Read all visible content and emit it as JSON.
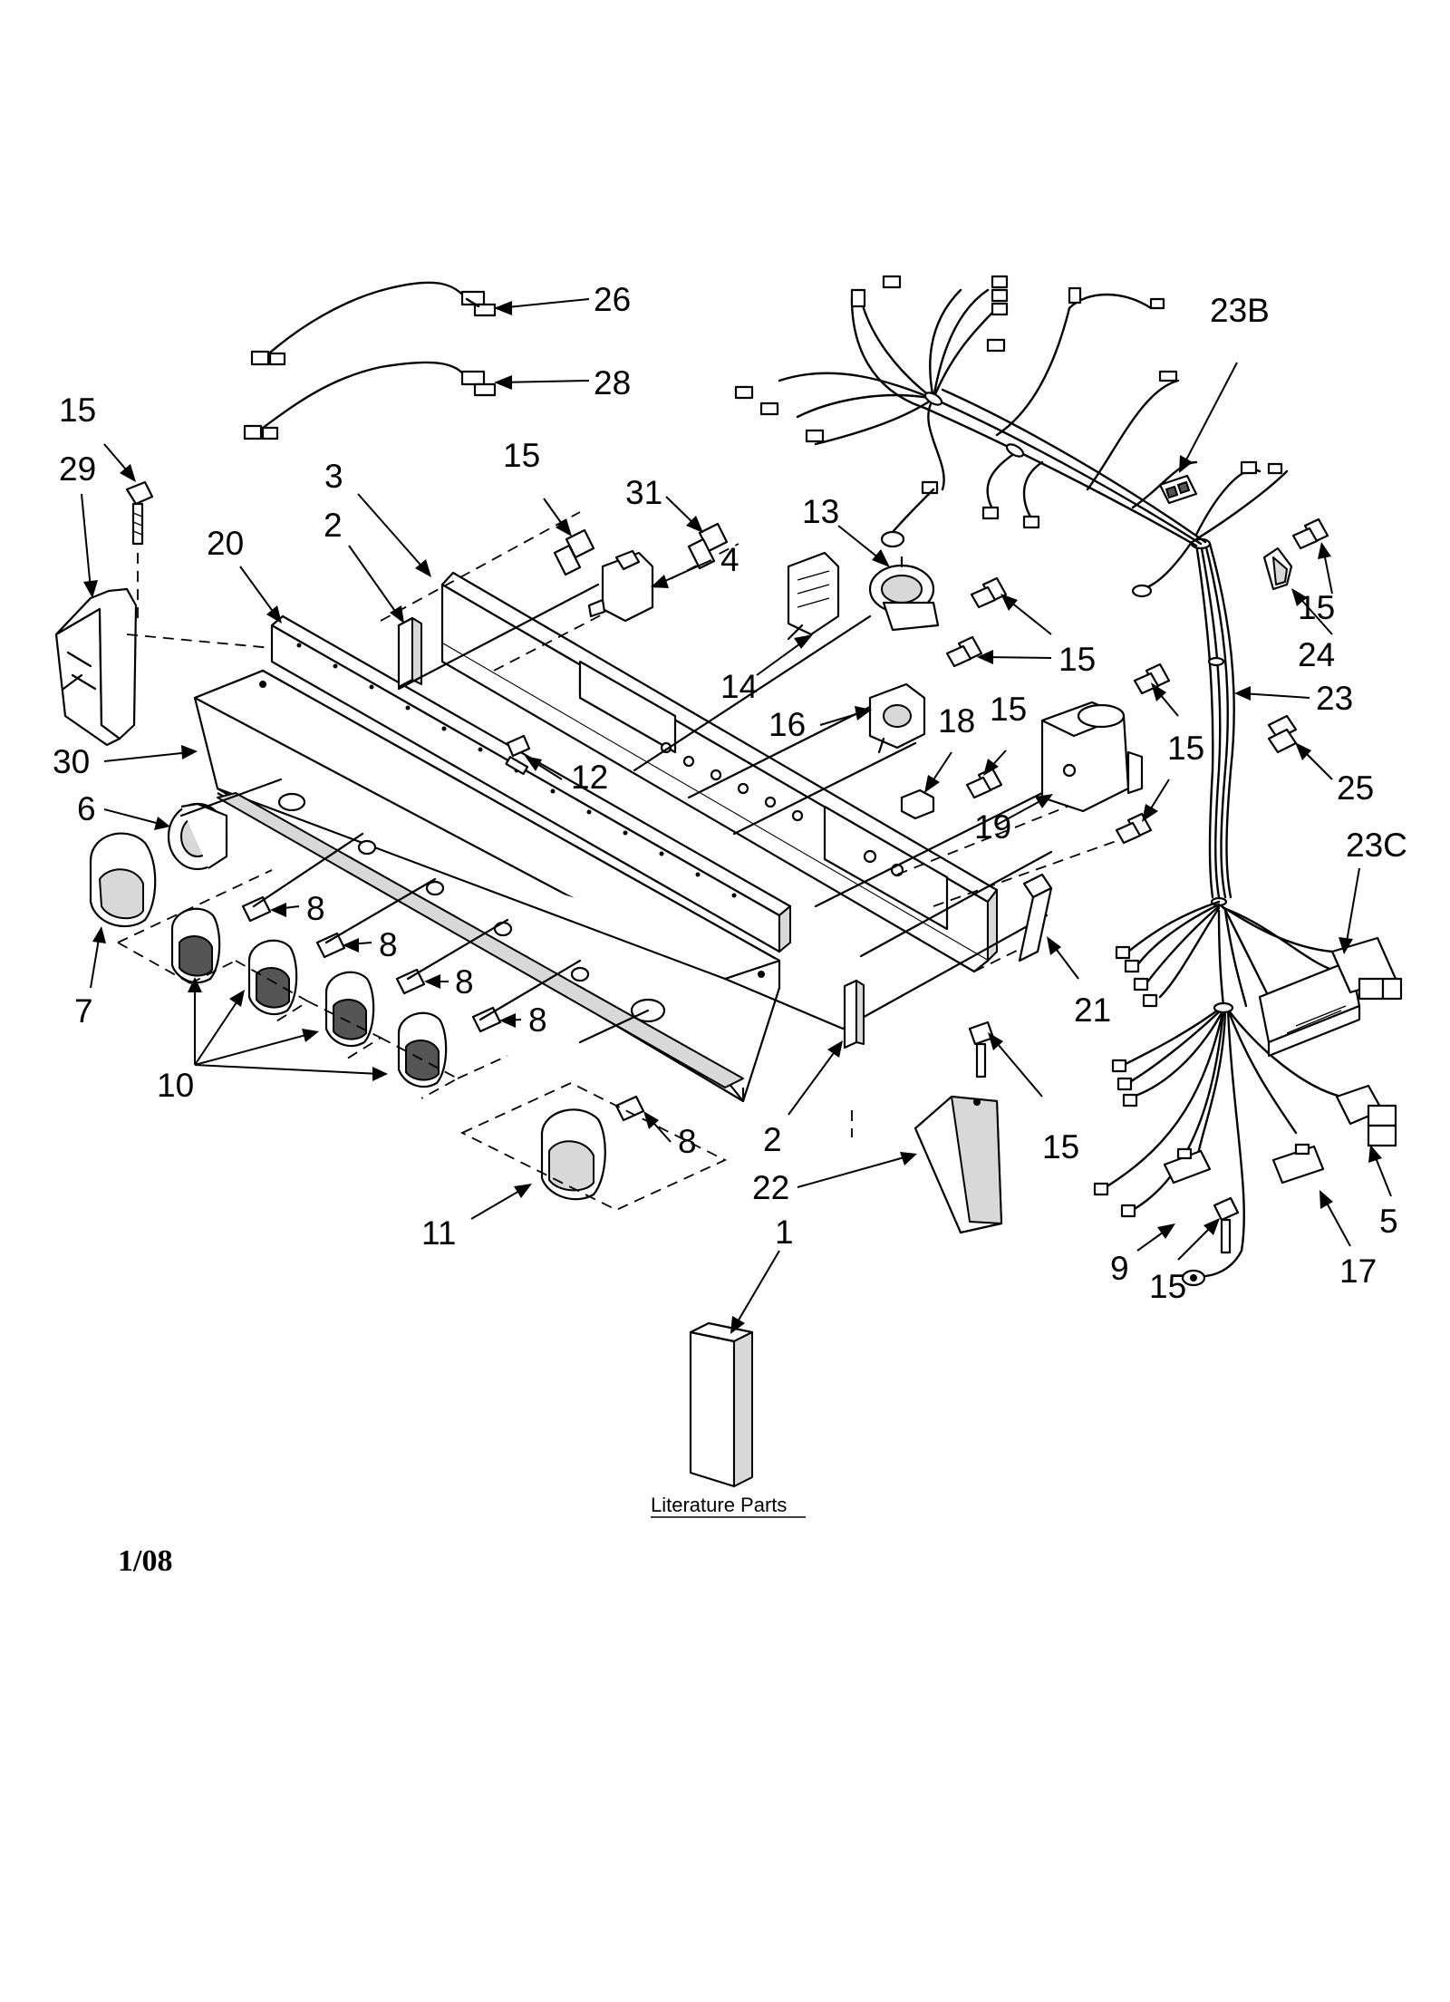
{
  "diagram": {
    "callouts": [
      {
        "id": "c26",
        "text": "26"
      },
      {
        "id": "c28",
        "text": "28"
      },
      {
        "id": "c23b",
        "text": "23B"
      },
      {
        "id": "c15a",
        "text": "15"
      },
      {
        "id": "c29",
        "text": "29"
      },
      {
        "id": "c15b",
        "text": "15"
      },
      {
        "id": "c3",
        "text": "3"
      },
      {
        "id": "c31",
        "text": "31"
      },
      {
        "id": "c13",
        "text": "13"
      },
      {
        "id": "c2a",
        "text": "2"
      },
      {
        "id": "c20",
        "text": "20"
      },
      {
        "id": "c4",
        "text": "4"
      },
      {
        "id": "c15c",
        "text": "15"
      },
      {
        "id": "c24",
        "text": "24"
      },
      {
        "id": "c14",
        "text": "14"
      },
      {
        "id": "c15d",
        "text": "15"
      },
      {
        "id": "c23",
        "text": "23"
      },
      {
        "id": "c16",
        "text": "16"
      },
      {
        "id": "c18",
        "text": "18"
      },
      {
        "id": "c15e",
        "text": "15"
      },
      {
        "id": "c15f",
        "text": "15"
      },
      {
        "id": "c30",
        "text": "30"
      },
      {
        "id": "c12",
        "text": "12"
      },
      {
        "id": "c25",
        "text": "25"
      },
      {
        "id": "c6",
        "text": "6"
      },
      {
        "id": "c19",
        "text": "19"
      },
      {
        "id": "c23c",
        "text": "23C"
      },
      {
        "id": "c8a",
        "text": "8"
      },
      {
        "id": "c8b",
        "text": "8"
      },
      {
        "id": "c7",
        "text": "7"
      },
      {
        "id": "c8c",
        "text": "8"
      },
      {
        "id": "c21",
        "text": "21"
      },
      {
        "id": "c8d",
        "text": "8"
      },
      {
        "id": "c10",
        "text": "10"
      },
      {
        "id": "c8e",
        "text": "8"
      },
      {
        "id": "c2b",
        "text": "2"
      },
      {
        "id": "c15g",
        "text": "15"
      },
      {
        "id": "c22",
        "text": "22"
      },
      {
        "id": "c5",
        "text": "5"
      },
      {
        "id": "c1",
        "text": "1"
      },
      {
        "id": "c11",
        "text": "11"
      },
      {
        "id": "c9",
        "text": "9"
      },
      {
        "id": "c17",
        "text": "17"
      },
      {
        "id": "c15h",
        "text": "15"
      }
    ],
    "literature_label": "Literature Parts",
    "date_code": "1/08"
  }
}
